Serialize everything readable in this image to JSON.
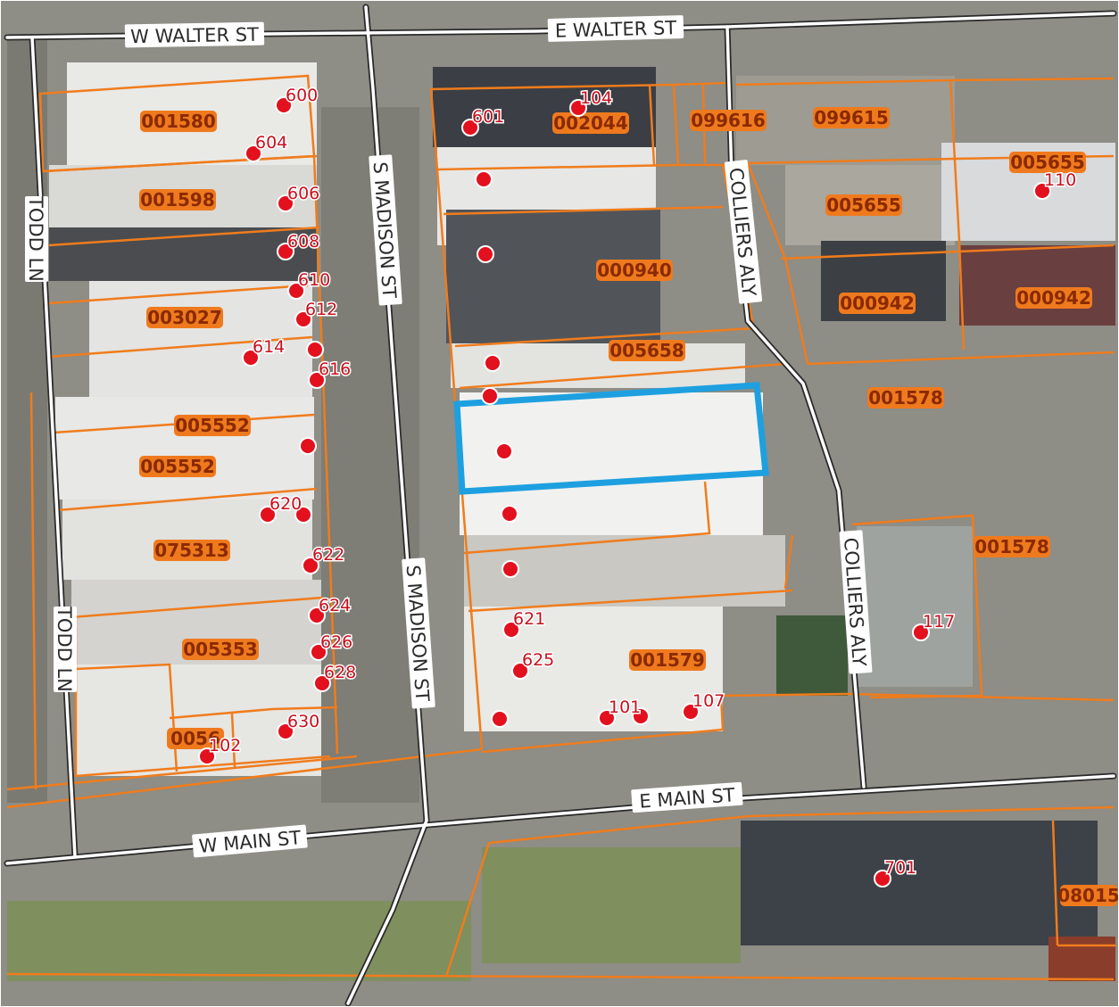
{
  "map": {
    "colors": {
      "parcel_line": "#f07c1c",
      "parcel_label_bg": "#ef7a1e",
      "parcel_label_text": "#8a2a00",
      "address_point": "#e3101e",
      "address_text": "#c8101e",
      "road_line": "#ffffff",
      "road_casing": "#2a2a2a",
      "selection": "#1ea0e0",
      "roof_light": "#ececec",
      "roof_dark": "#3a3d42",
      "pavement": "#8c8b84",
      "grass": "#7f8f5e"
    },
    "streets": [
      {
        "id": "w-walter-st",
        "label": "W WALTER ST"
      },
      {
        "id": "e-walter-st",
        "label": "E WALTER ST"
      },
      {
        "id": "todd-ln-north",
        "label": "TODD LN"
      },
      {
        "id": "todd-ln-south",
        "label": "TODD LN"
      },
      {
        "id": "s-madison-st-north",
        "label": "S MADISON ST"
      },
      {
        "id": "s-madison-st-south",
        "label": "S MADISON ST"
      },
      {
        "id": "colliers-aly-north",
        "label": "COLLIERS ALY"
      },
      {
        "id": "colliers-aly-south",
        "label": "COLLIERS ALY"
      },
      {
        "id": "e-main-st",
        "label": "E MAIN ST"
      },
      {
        "id": "w-main-st",
        "label": "W MAIN ST"
      }
    ],
    "parcels": [
      {
        "id": "p1",
        "label": "001580"
      },
      {
        "id": "p2",
        "label": "001598"
      },
      {
        "id": "p3",
        "label": "003027"
      },
      {
        "id": "p4",
        "label": "005552"
      },
      {
        "id": "p5",
        "label": "005552"
      },
      {
        "id": "p6",
        "label": "075313"
      },
      {
        "id": "p7",
        "label": "005353"
      },
      {
        "id": "p8",
        "label": "0056"
      },
      {
        "id": "p9",
        "label": "002044"
      },
      {
        "id": "p10",
        "label": "099616"
      },
      {
        "id": "p11",
        "label": "099615"
      },
      {
        "id": "p12",
        "label": "005655"
      },
      {
        "id": "p13",
        "label": "005655"
      },
      {
        "id": "p14",
        "label": "000940"
      },
      {
        "id": "p15",
        "label": "000942"
      },
      {
        "id": "p16",
        "label": "000942"
      },
      {
        "id": "p17",
        "label": "005658"
      },
      {
        "id": "p18",
        "label": "001578"
      },
      {
        "id": "p19",
        "label": "001578"
      },
      {
        "id": "p20",
        "label": "001579"
      },
      {
        "id": "p21",
        "label": "08015"
      }
    ],
    "addresses": [
      {
        "id": "a1",
        "label": "600"
      },
      {
        "id": "a2",
        "label": "604"
      },
      {
        "id": "a3",
        "label": "606"
      },
      {
        "id": "a4",
        "label": "608"
      },
      {
        "id": "a5",
        "label": "610"
      },
      {
        "id": "a6",
        "label": "612"
      },
      {
        "id": "a7",
        "label": "614"
      },
      {
        "id": "a8",
        "label": "616"
      },
      {
        "id": "a9",
        "label": "620"
      },
      {
        "id": "a10",
        "label": "622"
      },
      {
        "id": "a11",
        "label": "624"
      },
      {
        "id": "a12",
        "label": "626"
      },
      {
        "id": "a13",
        "label": "628"
      },
      {
        "id": "a14",
        "label": "630"
      },
      {
        "id": "a15",
        "label": "102"
      },
      {
        "id": "a16",
        "label": "601"
      },
      {
        "id": "a17",
        "label": "104"
      },
      {
        "id": "a18",
        "label": "110"
      },
      {
        "id": "a19",
        "label": "621"
      },
      {
        "id": "a20",
        "label": "625"
      },
      {
        "id": "a21",
        "label": "101"
      },
      {
        "id": "a22",
        "label": "107"
      },
      {
        "id": "a23",
        "label": "117"
      },
      {
        "id": "a24",
        "label": "701"
      }
    ]
  }
}
